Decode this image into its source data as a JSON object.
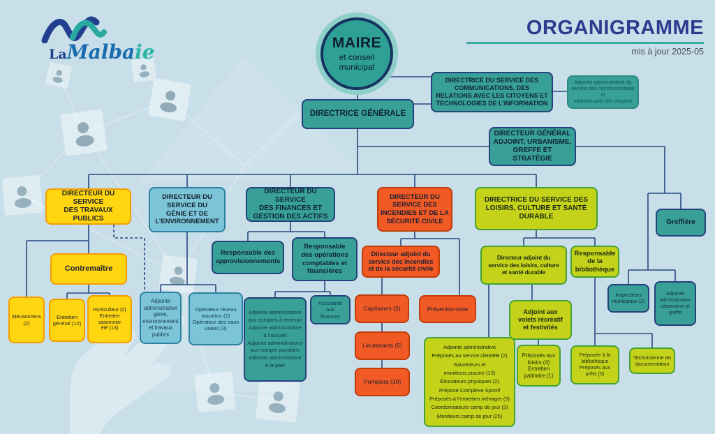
{
  "colors": {
    "background": "#c8dfe9",
    "connector_navy": "#27487f",
    "title_navy": "#2b3c8f",
    "rule_teal": "#3aa9a0",
    "teal_box": "#38a097",
    "yellow_box": "#ffd60f",
    "orange_box": "#f15a24",
    "lime_box": "#c4d21a",
    "lightblue_box": "#7cc5d9"
  },
  "header": {
    "logo_la": "La",
    "logo_name_main": "Malba",
    "logo_name_tail": "ie",
    "title": "ORGANIGRAMME",
    "updated": "mis à jour 2025-05"
  },
  "org": {
    "maire": {
      "title": "MAIRE",
      "subtitle": "et conseil\nmunicipal"
    },
    "directrice_generale": "DIRECTRICE GÉNÉRALE",
    "communications": "DIRECTRICE DU SERVICE DES\nCOMMUNICATIONS,  DES\nRELATIONS AVEC LES CITOYENS ET\nTECHNOLOGIES DE L’INFORMATION",
    "adjointe_communications": "Adjointe administrative du\nservice des communications et\nrelations avec les citoyens",
    "dg_adjoint": "DIRECTEUR GÉNÉRAL\nADJOINT, URBANISME,\nGREFFE ET STRATÉGIE",
    "travaux_publics": {
      "head": "DIRECTEUR DU SERVICE\nDES TRAVAUX PUBLICS",
      "contremaitre": "Contremaître",
      "mecaniciens": "Mécaniciens\n(2)",
      "entretien_general": "Entretien\ngénéral (12)",
      "horticulteur": "Horticulteur (2)\nEntretien\nsaisonnier\nété (13)"
    },
    "genie_environnement": {
      "head": "DIRECTEUR DU\nSERVICE DU\nGÉNIE ET DE\nL’ENVIRONNEMENT",
      "adjointe_administrative": "Adjointe\nadministrative\ngénie,\nenvironnement\net travaux\npublics",
      "operateurs": "Opérateur réseau\naquaduc (2)\nOpérateur des eaux\nusées (3)"
    },
    "finances": {
      "head": "DIRECTEUR DU SERVICE\nDES FINANCES ET\nGESTION DES ACTIFS",
      "resp_approvisionnements": "Responsable des\napprovisionnements",
      "resp_operations": "Responsable\ndes opérations\ncomptables et\nfinancières",
      "adjointes": "Adjointe administrative\naux comptes à recevoir\nAdjointe administrative\nà l’accueil\nAdjointe administratives\naux compte payables\nAdjointe administrative\nà la paie",
      "assistante": "Assistante aux\nfinances"
    },
    "incendies": {
      "head": "DIRECTEUR DU\nSERVICE DES\nINCENDIES ET DE LA\nSÉCURITÉ CIVILE",
      "directeur_adjoint": "Directeur adjoint du\nservice des incendies\net de la sécurité civile",
      "capitaines": "Capitaines (3)",
      "lieutenants": "Lieutenants (5)",
      "pompiers": "Pompiers (30)",
      "preventionniste": "Préventionniste"
    },
    "loisirs": {
      "head": "DIRECTRICE DU SERVICE DES\nLOISIRS, CULTURE ET SANTÉ\nDURABLE",
      "directeur_adjoint": "Directeur adjoint du\nservice des loisirs, culture\net santé durable",
      "equipe": "Adjointe administrative\nPréposés au service clientèle (2)\nSauveteurs et\nmoniteurs piscine (13)\nÉducateurs physiques (2)\nPréposé Complexe Sportif\nPréposés à l’entretien ménager (3)\nCoordonnateurs camp de jour (3)\nMoniteurs camp de jour (25)",
      "adjoint_volets": "Adjoint aux\nvolets récréatif\net festivités",
      "preposes_loisirs": "Préposés aux\nloisirs (4)\nEntretien\npatinoire (1)",
      "resp_bibliotheque": "Responsable\nde la\nbibliothèque",
      "preposee_bibliotheque": "Préposée à la\nbibliothèque\nPréposés aux prêts (5)",
      "technicienne": "Technicienne en\ndocumentation"
    },
    "urbanisme_greffe": {
      "greffiere": "Greffière",
      "inspecteurs": "Inspecteurs\nmunicipaux (2)",
      "adjointe_urbanisme": "Adjointe\nadministrative\nurbanisme et\ngreffe"
    }
  }
}
